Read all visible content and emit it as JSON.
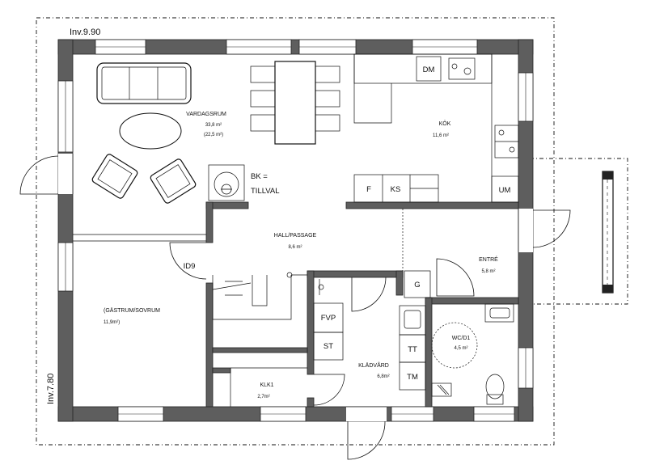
{
  "dimensions": {
    "width": "Inv.9.90",
    "depth": "Inv.7.80"
  },
  "rooms": {
    "vardagsrum": {
      "name": "VARDAGSRUM",
      "area": "33,8 m²",
      "area_alt": "(22,5 m²)"
    },
    "kok": {
      "name": "KÖK",
      "area": "11,6 m²"
    },
    "hall": {
      "name": "HALL/PASSAGE",
      "area": "8,6 m²"
    },
    "entre": {
      "name": "ENTRÉ",
      "area": "5,8 m²"
    },
    "gastrum": {
      "name": "(GÄSTRUM/SOVRUM",
      "area": "11,9m²)"
    },
    "kladvard": {
      "name": "KLÄDVÅRD",
      "area": "6,8m²"
    },
    "wc": {
      "name": "WC/D1",
      "area": "4,5 m²"
    },
    "klk": {
      "name": "KLK1",
      "area": "2,7m²"
    }
  },
  "fixtures": {
    "dm": "DM",
    "um": "UM",
    "f": "F",
    "ks": "KS",
    "g": "G",
    "fvp": "FVP",
    "st": "ST",
    "tt": "TT",
    "tm": "TM",
    "id9": "ID9",
    "bk_line1": "BK =",
    "bk_line2": "TILLVAL"
  }
}
